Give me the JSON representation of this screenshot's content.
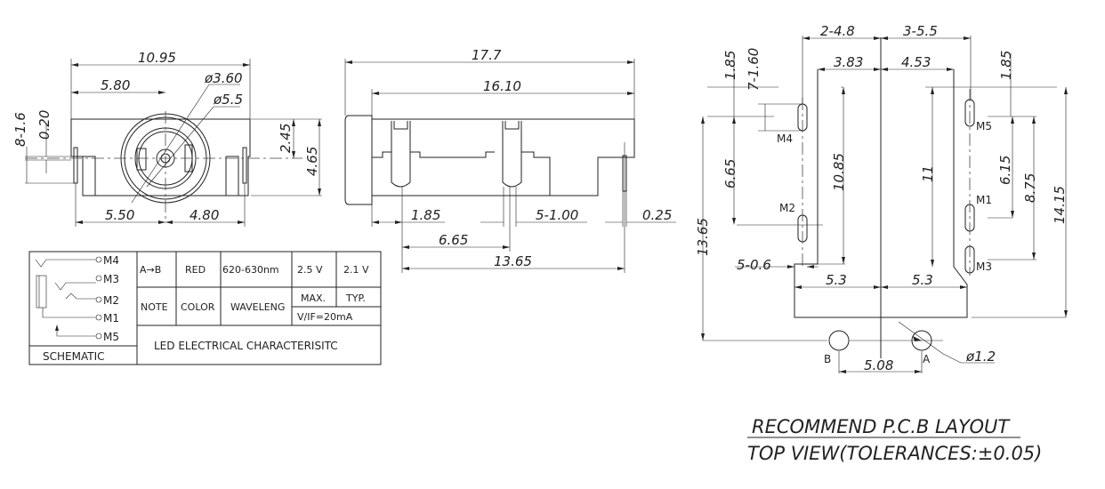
{
  "front_view": {
    "dim_width": "10.95",
    "dim_center": "5.80",
    "dim_dia_inner": "ø3.60",
    "dim_dia_outer": "ø5.5",
    "dim_left_pin": "5.50",
    "dim_right_pin": "4.80",
    "dim_height_center": "2.45",
    "dim_height": "4.65",
    "dim_pin_offset": "0.20",
    "dim_pin_count": "8-1.6"
  },
  "side_view": {
    "dim_total": "17.7",
    "dim_body": "16.10",
    "dim_first_pin": "1.85",
    "dim_pin_width": "5-1.00",
    "dim_thickness": "0.25",
    "dim_pin_pitch": "6.65",
    "dim_pin_span": "13.65"
  },
  "table": {
    "schematic_pins": [
      "M4",
      "M3",
      "M2",
      "M1",
      "M5"
    ],
    "schematic_label": "SCHEMATIC",
    "note_value": "A→B",
    "color_value": "RED",
    "wavelength_value": "620-630nm",
    "max_value": "2.5  V",
    "typ_value": "2.1  V",
    "note_header": "NOTE",
    "color_header": "COLOR",
    "wavelength_header": "WAVELENG",
    "max_header": "MAX.",
    "typ_header": "TYP.",
    "condition": "V/IF=20mA",
    "title": "LED  ELECTRICAL  CHARACTERISITC"
  },
  "pcb_layout": {
    "dim_left_top": "2-4.8",
    "dim_right_top": "3-5.5",
    "dim_left_edge": "3.83",
    "dim_right_edge": "4.53",
    "dim_left_185": "1.85",
    "dim_slot": "7-1.60",
    "dim_665": "6.65",
    "dim_1365": "13.65",
    "dim_1085": "10.85",
    "dim_11": "11",
    "dim_right_185": "1.85",
    "dim_615": "6.15",
    "dim_875": "8.75",
    "dim_1415": "14.15",
    "dim_slot_width": "5-0.6",
    "dim_left_53": "5.3",
    "dim_right_53": "5.3",
    "dim_pitch": "5.08",
    "dim_hole": "ø1.2",
    "labels": {
      "m4": "M4",
      "m2": "M2",
      "m5": "M5",
      "m1": "M1",
      "m3": "M3",
      "b": "B",
      "a": "A"
    }
  },
  "caption": {
    "line1": "RECOMMEND  P.C.B  LAYOUT",
    "line2": "TOP  VIEW(TOLERANCES:±0.05)"
  }
}
